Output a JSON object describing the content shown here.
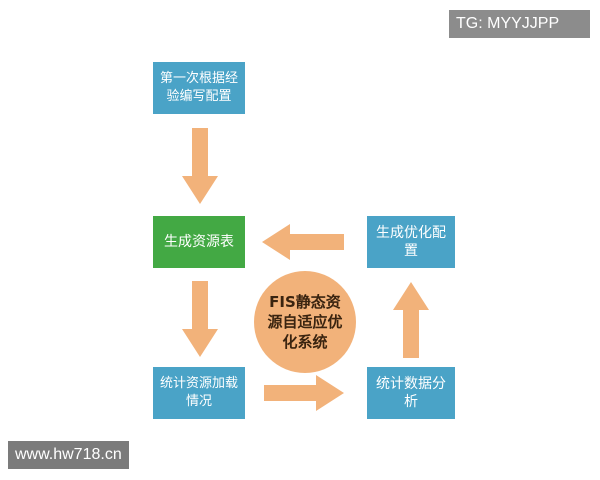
{
  "watermarks": {
    "tg": "TG: MYYJJPP",
    "site": "www.hw718.cn"
  },
  "diagram": {
    "nodes": {
      "first_config": "第一次根据经验编写配置",
      "generate_resource_table": "生成资源表",
      "stat_loading": "统计资源加载情况",
      "stat_analysis": "统计数据分析",
      "generate_optimized_config": "生成优化配置",
      "center": "FIS静态资源自适应优化系统"
    },
    "colors": {
      "box_blue": "#4aa3c7",
      "box_green": "#43a944",
      "center_circle": "#f2b27a",
      "arrow": "#f2b27a"
    },
    "edges": [
      {
        "from": "first_config",
        "to": "generate_resource_table"
      },
      {
        "from": "generate_resource_table",
        "to": "stat_loading"
      },
      {
        "from": "stat_loading",
        "to": "stat_analysis"
      },
      {
        "from": "stat_analysis",
        "to": "generate_optimized_config"
      },
      {
        "from": "generate_optimized_config",
        "to": "generate_resource_table"
      }
    ]
  }
}
